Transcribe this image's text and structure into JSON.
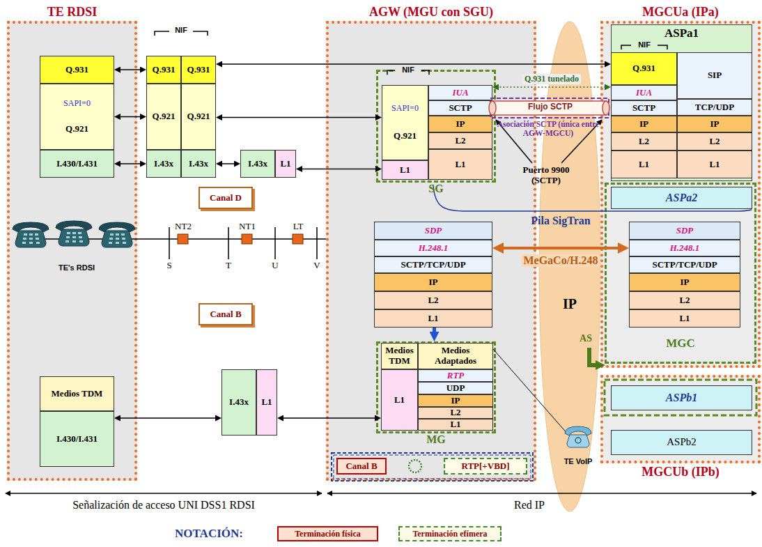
{
  "diagram": {
    "nodes": [
      {
        "text": [
          "TE RDSI"
        ]
      },
      {
        "text": [
          "Q.931"
        ],
        "in": 0
      },
      {
        "text": [
          "SAPI=0",
          "Q.921"
        ],
        "in": 0
      },
      {
        "text": [
          "I.430/I.431"
        ],
        "in": 0
      },
      {
        "text": [
          "Medios TDM"
        ],
        "in": 0
      },
      {
        "text": [
          "I.430/I.431"
        ],
        "in": 0
      },
      {
        "text": [
          "Q.931"
        ]
      },
      {
        "text": [
          "Q.931"
        ]
      },
      {
        "text": [
          "Q.921"
        ]
      },
      {
        "text": [
          "Q.921"
        ]
      },
      {
        "text": [
          "I.43x"
        ]
      },
      {
        "text": [
          "I.43x"
        ]
      },
      {
        "text": [
          "I.43x"
        ]
      },
      {
        "text": [
          "L1"
        ]
      },
      {
        "text": [
          "Canal D"
        ]
      },
      {
        "text": [
          "Canal B"
        ]
      },
      {
        "text": [
          "I.43x"
        ]
      },
      {
        "text": [
          "L1"
        ]
      },
      {
        "text": [
          "AGW (MGU con SGU)"
        ]
      },
      {
        "text": [
          "SG"
        ],
        "in": 18
      },
      {
        "text": [
          "SAPI=0",
          "Q.921"
        ],
        "in": 19
      },
      {
        "text": [
          "IUA"
        ],
        "in": 19
      },
      {
        "text": [
          "SCTP"
        ],
        "in": 19
      },
      {
        "text": [
          "IP"
        ],
        "in": 19
      },
      {
        "text": [
          "L2"
        ],
        "in": 19
      },
      {
        "text": [
          "L1"
        ],
        "in": 19
      },
      {
        "text": [
          "L1"
        ],
        "in": 19
      },
      {
        "text": [
          "SDP"
        ],
        "in": 18
      },
      {
        "text": [
          "H.248.1"
        ],
        "in": 18
      },
      {
        "text": [
          "SCTP/TCP/UDP"
        ],
        "in": 18
      },
      {
        "text": [
          "IP"
        ],
        "in": 18
      },
      {
        "text": [
          "L2"
        ],
        "in": 18
      },
      {
        "text": [
          "L1"
        ],
        "in": 18
      },
      {
        "text": [
          "MG"
        ],
        "in": 18
      },
      {
        "text": [
          "Medios TDM"
        ],
        "in": 33
      },
      {
        "text": [
          "Medios Adaptados"
        ],
        "in": 33
      },
      {
        "text": [
          "RTP"
        ],
        "in": 33
      },
      {
        "text": [
          "UDP"
        ],
        "in": 33
      },
      {
        "text": [
          "IP"
        ],
        "in": 33
      },
      {
        "text": [
          "L2"
        ],
        "in": 33
      },
      {
        "text": [
          "L1"
        ],
        "in": 33
      },
      {
        "text": [
          "L1"
        ],
        "in": 33
      },
      {
        "text": [
          "Canal B"
        ],
        "in": 18
      },
      {
        "text": [
          "RTP[+VBD]"
        ],
        "in": 18
      },
      {
        "text": [
          "IP"
        ]
      },
      {
        "text": [
          "MGCUa (IPa)"
        ]
      },
      {
        "text": [
          "ASPa1"
        ],
        "in": 45
      },
      {
        "text": [
          "Q.931"
        ],
        "in": 46
      },
      {
        "text": [
          "SIP"
        ],
        "in": 46
      },
      {
        "text": [
          "IUA"
        ],
        "in": 46
      },
      {
        "text": [
          "SCTP"
        ],
        "in": 46
      },
      {
        "text": [
          "TCP/UDP"
        ],
        "in": 46
      },
      {
        "text": [
          "IP"
        ],
        "in": 46
      },
      {
        "text": [
          "IP"
        ],
        "in": 46
      },
      {
        "text": [
          "L2"
        ],
        "in": 46
      },
      {
        "text": [
          "L2"
        ],
        "in": 46
      },
      {
        "text": [
          "L1"
        ],
        "in": 46
      },
      {
        "text": [
          "L1"
        ],
        "in": 46
      },
      {
        "text": [
          "MGC"
        ],
        "in": 45
      },
      {
        "text": [
          "ASPa2"
        ],
        "in": 58
      },
      {
        "text": [
          "SDP"
        ],
        "in": 58
      },
      {
        "text": [
          "H.248.1"
        ],
        "in": 58
      },
      {
        "text": [
          "SCTP/TCP/UDP"
        ],
        "in": 58
      },
      {
        "text": [
          "IP"
        ],
        "in": 58
      },
      {
        "text": [
          "L2"
        ],
        "in": 58
      },
      {
        "text": [
          "L1"
        ],
        "in": 58
      },
      {
        "text": [
          "MGCUb (IPb)"
        ]
      },
      {
        "text": [
          "ASPb1"
        ],
        "in": 66
      },
      {
        "text": [
          "ASPb2"
        ],
        "in": 66
      }
    ],
    "edges": [
      {
        "from": 1,
        "to": 6,
        "arrow": "both"
      },
      {
        "from": 7,
        "to": 47,
        "arrow": "both"
      },
      {
        "from": 21,
        "to": 49,
        "arrow": "both",
        "label": "Q.931 tunelado"
      },
      {
        "from": 2,
        "to": 8,
        "arrow": "both"
      },
      {
        "from": 9,
        "to": 20,
        "arrow": "both"
      },
      {
        "from": 3,
        "to": 10,
        "arrow": "both"
      },
      {
        "from": 11,
        "to": 12,
        "arrow": "both"
      },
      {
        "from": 13,
        "to": 25,
        "arrow": "both"
      },
      {
        "from": 28,
        "to": 61,
        "arrow": "both",
        "label": "MeGaCo/H.248"
      },
      {
        "from": 32,
        "to": 33,
        "arrow": "to"
      },
      {
        "from": 5,
        "to": 16,
        "arrow": "both"
      },
      {
        "from": 17,
        "to": 41,
        "arrow": "both"
      }
    ],
    "labels": [
      "NIF",
      "NIF",
      "NIF",
      "Flujo SCTP",
      "Asociación SCTP (única entre AGW-MGCU)",
      "Puerto 9900 (SCTP)",
      "NT2",
      "NT1",
      "LT",
      "TE's RDSI",
      "S",
      "T",
      "U",
      "V",
      "Pila SigTran",
      "AS",
      "TE VoIP",
      "Señalización de acceso UNI DSS1 RDSI",
      "Red IP",
      "NOTACIÓN:"
    ],
    "legend": [
      {
        "text": "Terminación física"
      },
      {
        "text": "Terminación efímera"
      }
    ]
  }
}
